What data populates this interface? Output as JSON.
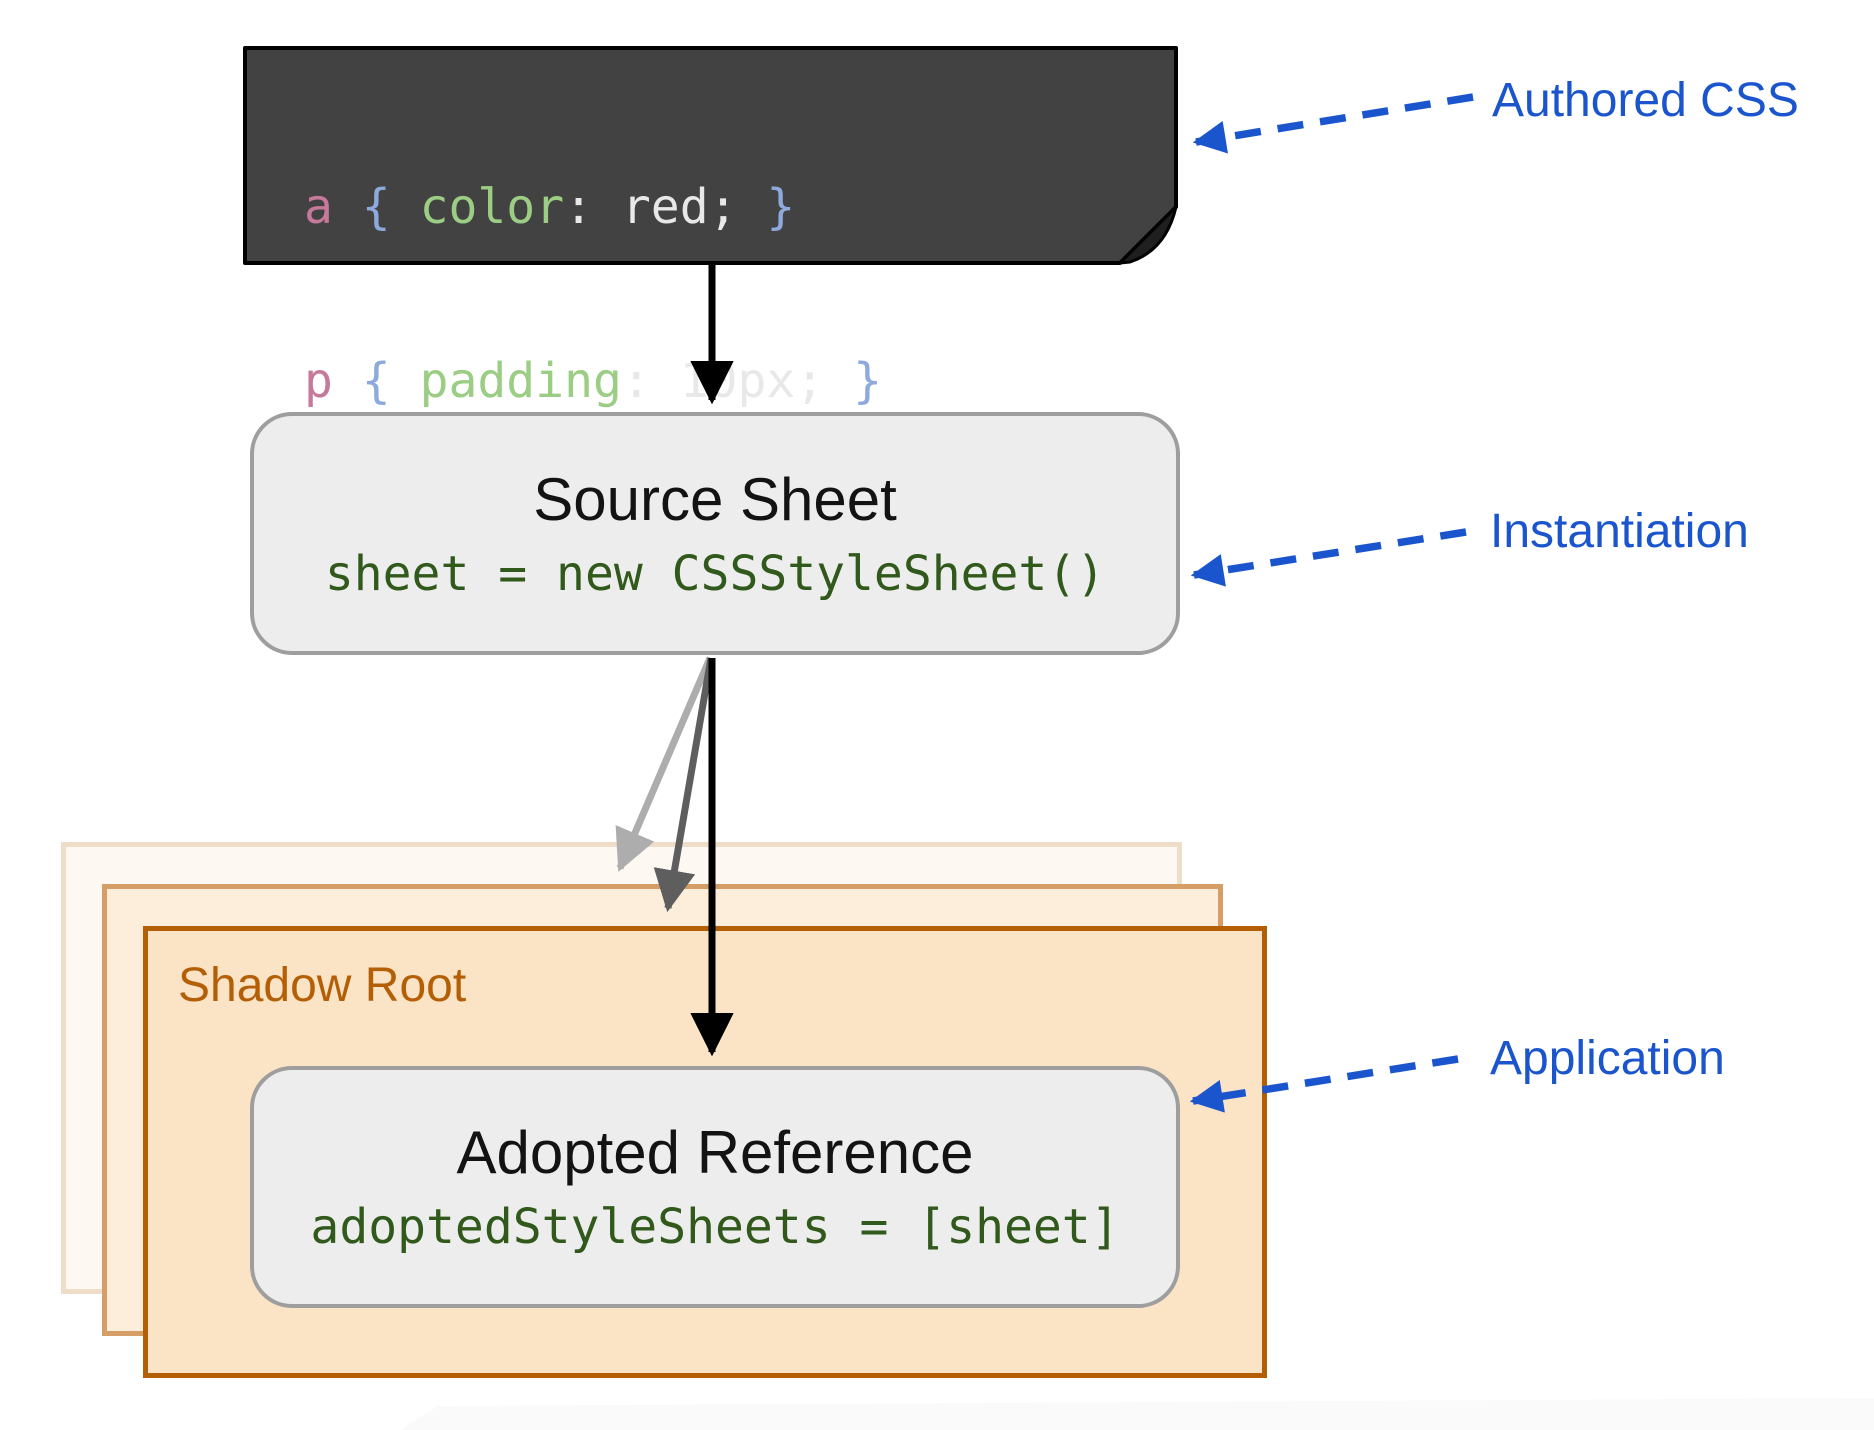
{
  "colors": {
    "blue": "#1B55CE",
    "code_bg": "#424242",
    "code_border": "#000000",
    "code_fold": "#1F1F1F",
    "token_selector": "#C7799B",
    "token_brace": "#8EA9DB",
    "token_property": "#9CCD85",
    "token_value": "#E8E8E8",
    "box_fill": "#EDEDED",
    "box_border": "#9E9E9E",
    "code_green": "#30591B",
    "title_black": "#131313",
    "orange_border": "#B45F06",
    "orange_fill": "#FBE3C6",
    "orange_mid_border": "#D49E66",
    "orange_mid_fill": "#FDEEDC",
    "orange_back_border": "#EEDDC9",
    "orange_back_fill": "#FEF8F2",
    "arrow_black": "#000000",
    "arrow_gray_light": "#ADADAD",
    "arrow_gray_dark": "#5E5E5E",
    "artifact_gray": "#FAFAFA"
  },
  "authored_css": {
    "line1": {
      "selector": "a ",
      "open_brace": "{ ",
      "property": "color",
      "colon": ": ",
      "value": "red",
      "semicolon": "; ",
      "close_brace": "}"
    },
    "line2": {
      "selector": "p ",
      "open_brace": "{ ",
      "property": "padding",
      "colon": ": ",
      "value": "10px",
      "semicolon": "; ",
      "close_brace": "}"
    }
  },
  "source_sheet": {
    "title": "Source Sheet",
    "code": "sheet = new CSSStyleSheet()"
  },
  "shadow_root": {
    "label": "Shadow Root"
  },
  "adopted_reference": {
    "title": "Adopted Reference",
    "code": "adoptedStyleSheets = [sheet]"
  },
  "annotations": {
    "authored": "Authored CSS",
    "instantiation": "Instantiation",
    "application": "Application"
  }
}
